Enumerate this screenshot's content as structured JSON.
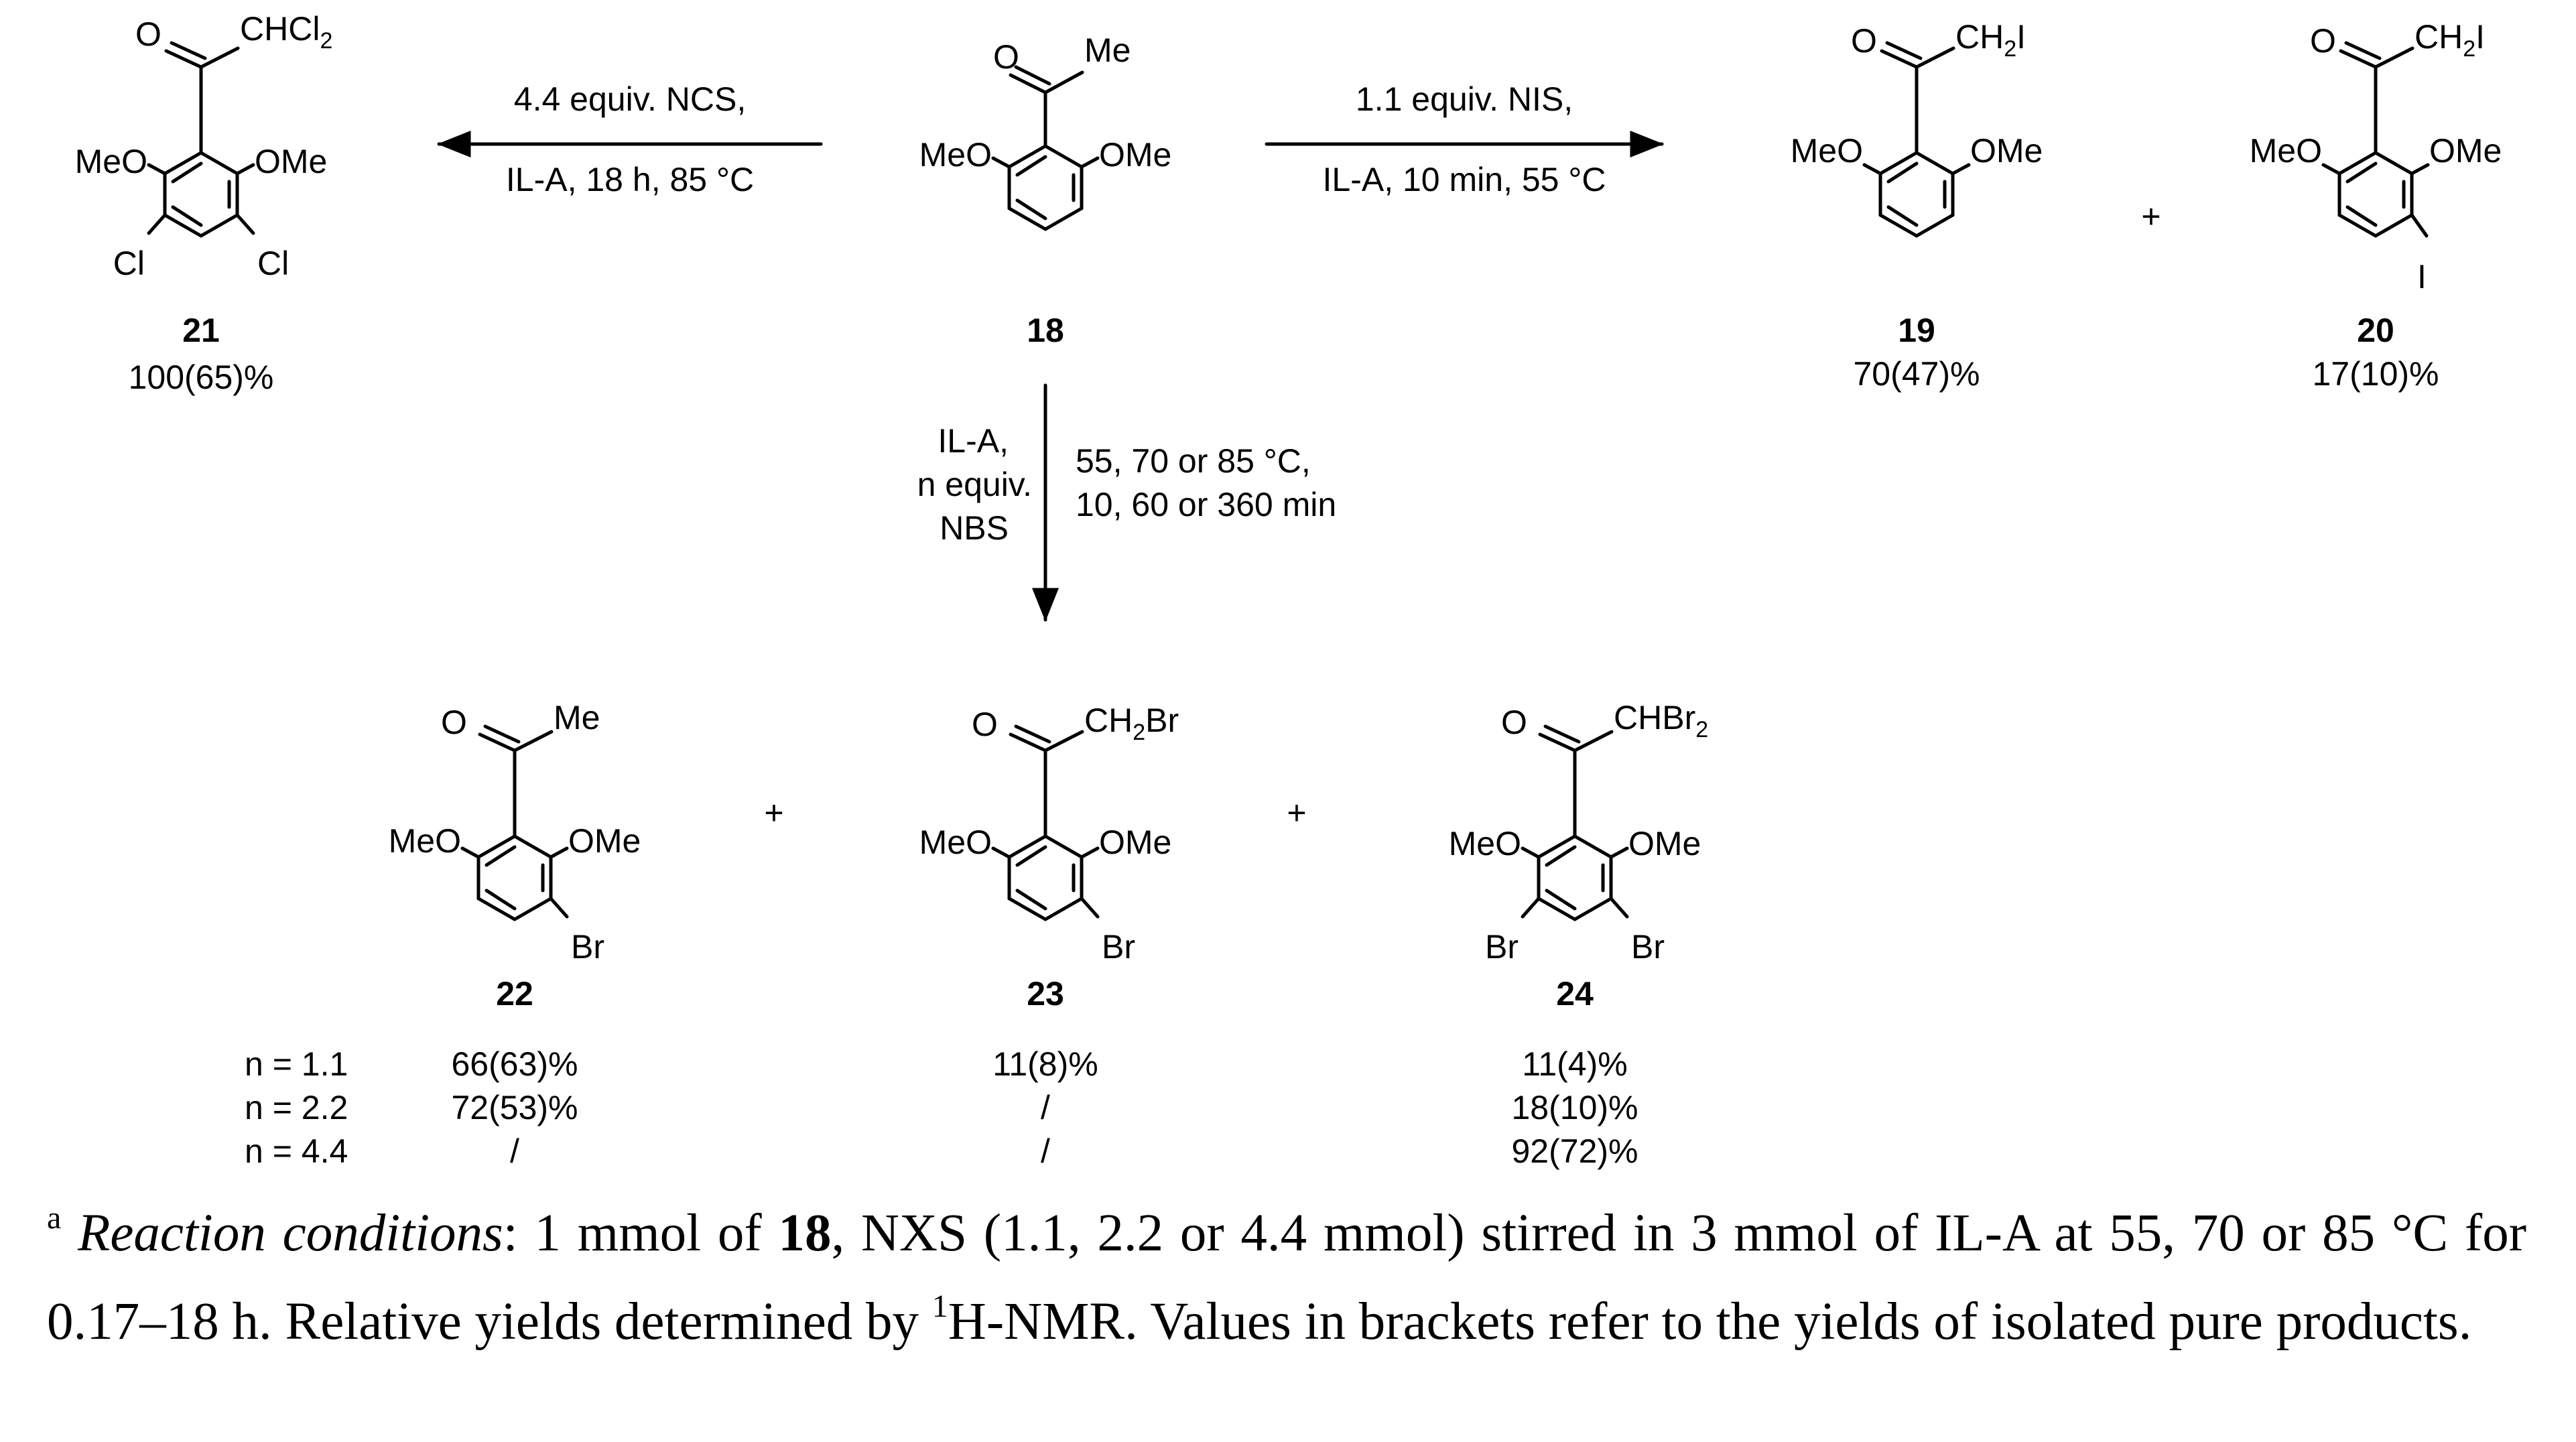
{
  "compounds": {
    "c18": {
      "number": "18",
      "substituents": {
        "top": "Me",
        "left": "MeO",
        "right": "OMe"
      }
    },
    "c21": {
      "number": "21",
      "yield": "100(65)%",
      "substituents": {
        "top_label": "CHCl2",
        "left": "MeO",
        "right": "OMe",
        "bottom_left": "Cl",
        "bottom_right": "Cl"
      }
    },
    "c19": {
      "number": "19",
      "yield": "70(47)%",
      "substituents": {
        "top_label": "CH2I",
        "left": "MeO",
        "right": "OMe"
      }
    },
    "c20": {
      "number": "20",
      "yield": "17(10)%",
      "substituents": {
        "top_label": "CH2I",
        "left": "MeO",
        "right": "OMe",
        "bottom_right": "I"
      }
    },
    "c22": {
      "number": "22",
      "substituents": {
        "top": "Me",
        "left": "MeO",
        "right": "OMe",
        "bottom_right": "Br"
      }
    },
    "c23": {
      "number": "23",
      "substituents": {
        "top_label": "CH2Br",
        "left": "MeO",
        "right": "OMe",
        "bottom_right": "Br"
      }
    },
    "c24": {
      "number": "24",
      "substituents": {
        "top_label": "CHBr2",
        "left": "MeO",
        "right": "OMe",
        "bottom_left": "Br",
        "bottom_right": "Br"
      }
    },
    "carbonyl_oxygen": "O"
  },
  "reactions": {
    "to21": {
      "line1": "4.4 equiv. NCS,",
      "line2": "IL-A, 18 h, 85 °C"
    },
    "to19_20": {
      "line1": "1.1 equiv. NIS,",
      "line2": "IL-A, 10 min, 55 °C"
    },
    "down": {
      "left_lines": [
        "IL-A,",
        "n equiv.",
        "NBS"
      ],
      "right_lines": [
        "55, 70 or 85 °C,",
        "10, 60 or 360 min"
      ]
    },
    "plus": "+"
  },
  "yield_table": {
    "rows": [
      {
        "n": "n = 1.1",
        "c22": "66(63)%",
        "c23": "11(8)%",
        "c24": "11(4)%"
      },
      {
        "n": "n = 2.2",
        "c22": "72(53)%",
        "c23": "/",
        "c24": "18(10)%"
      },
      {
        "n": "n = 4.4",
        "c22": "/",
        "c23": "/",
        "c24": "92(72)%"
      }
    ]
  },
  "footnote": {
    "marker": "a",
    "conditions_label": "Reaction conditions",
    "text1": ": 1 mmol of ",
    "compound_ref": "18",
    "text2": ", NXS (1.1, 2.2 or 4.4 mmol) stirred in 3 mmol of IL-A at 55, 70 or 85 °C for 0.17–18 h. Relative yields determined by ",
    "nmr_superscript": "1",
    "text3": "H-NMR. Values in brackets refer to the yields of isolated pure products."
  }
}
